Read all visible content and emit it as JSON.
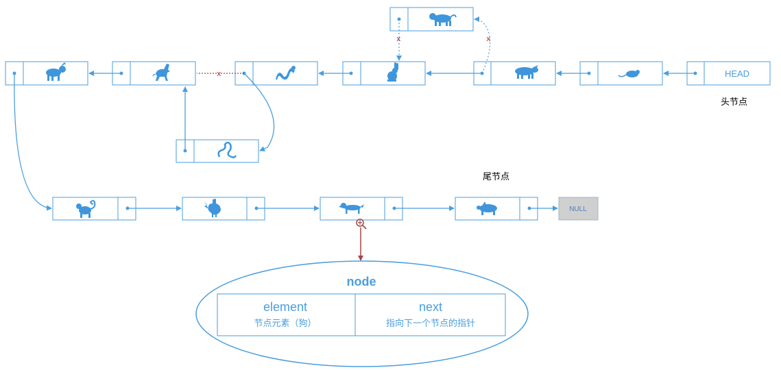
{
  "head_label": "HEAD",
  "head_node_caption": "头节点",
  "tail_node_caption": "尾节点",
  "null_label": "NULL",
  "removed_mark": "x",
  "detail": {
    "title": "node",
    "element": {
      "name": "element",
      "desc": "节点元素（狗）"
    },
    "next": {
      "name": "next",
      "desc": "指向下一个节点的指针"
    }
  },
  "nodes": {
    "top_row": [
      "HEAD",
      "mouse-icon",
      "ox-icon",
      "rabbit-icon",
      "dragon-icon",
      "horse-icon",
      "goat-icon"
    ],
    "detached": [
      "tiger-icon",
      "snake-icon"
    ],
    "bottom_row": [
      "monkey-icon",
      "rooster-icon",
      "dog-icon",
      "pig-icon",
      "NULL"
    ]
  },
  "colors": {
    "accent": "#4a9ede",
    "removed": "#b23a3a",
    "null_fill": "#cfcfcf"
  }
}
